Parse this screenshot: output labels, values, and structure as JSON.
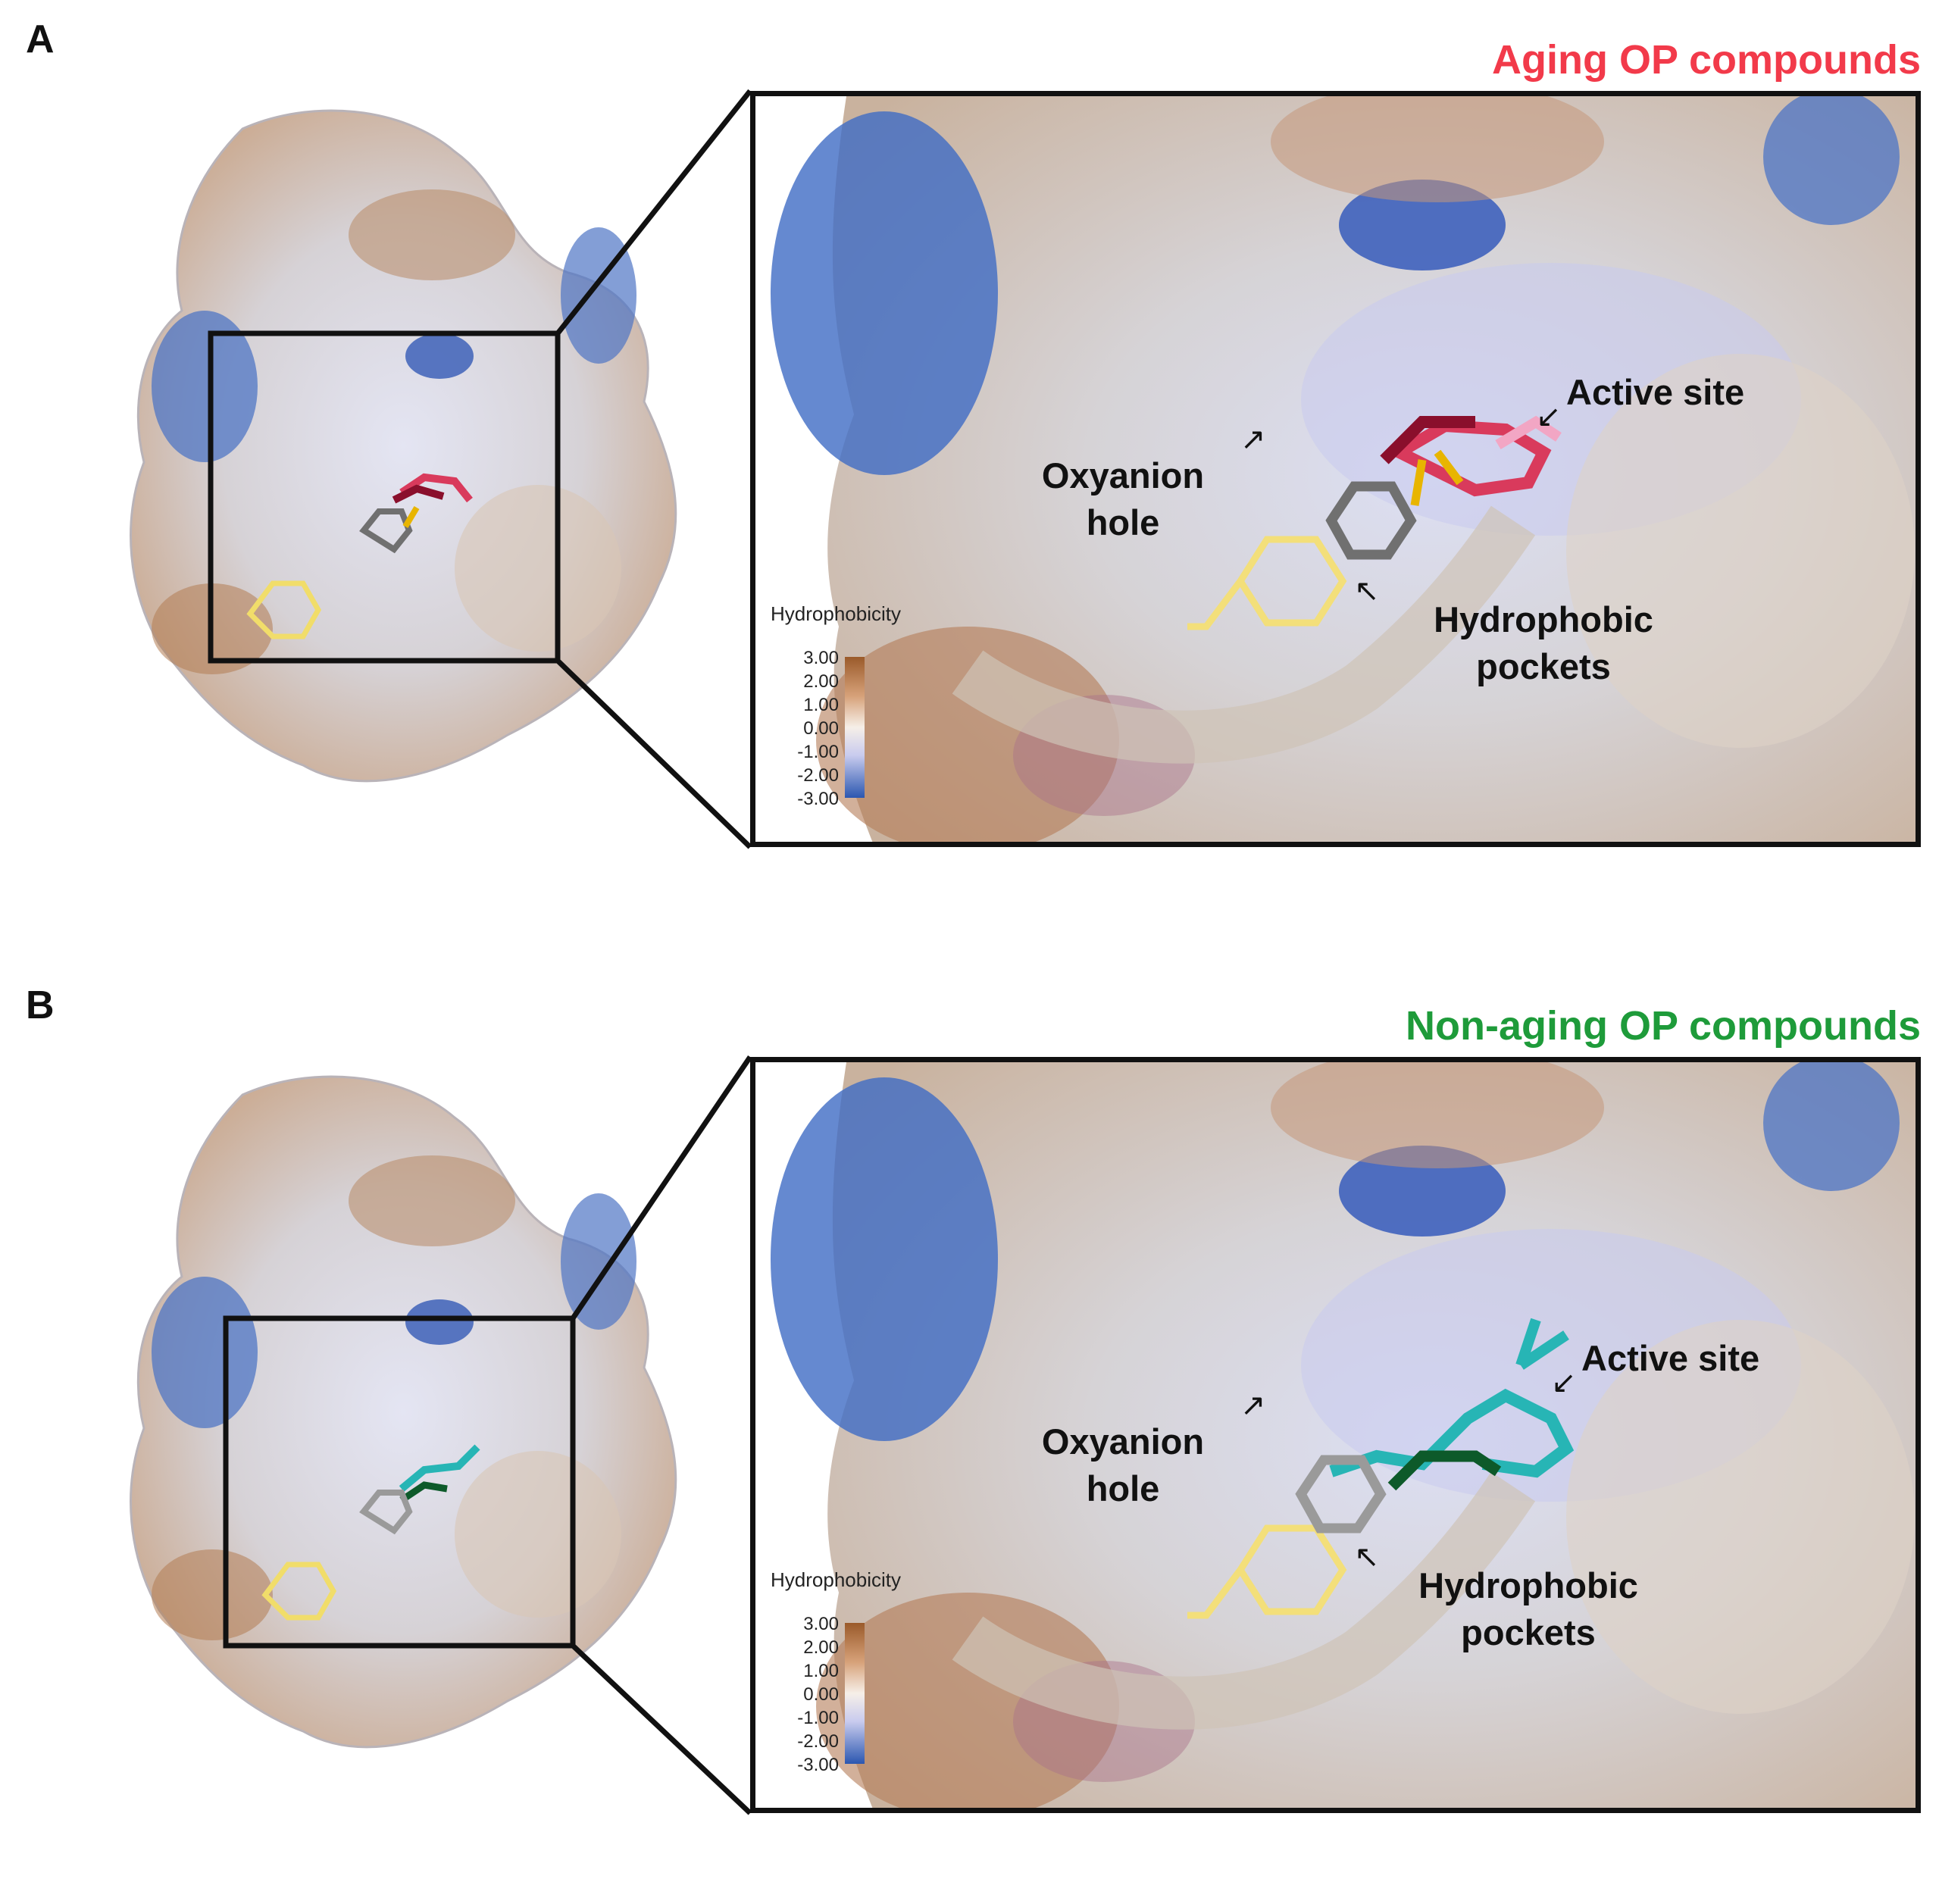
{
  "panels": [
    {
      "letter": "A",
      "title": "Aging OP compounds",
      "title_color": "#f23a4a",
      "ligand_colors": [
        "#d93a5c",
        "#8a0f2c",
        "#f2a6c4",
        "#e8b500",
        "#707070"
      ],
      "labels": {
        "oxyanion": "Oxyanion\nhole",
        "active_site": "Active site",
        "hydrophobic": "Hydrophobic\npockets"
      },
      "legend": {
        "title": "Hydrophobicity",
        "ticks": [
          "3.00",
          "2.00",
          "1.00",
          "0.00",
          "-1.00",
          "-2.00",
          "-3.00"
        ]
      }
    },
    {
      "letter": "B",
      "title": "Non-aging OP compounds",
      "title_color": "#1e9b3a",
      "ligand_colors": [
        "#27b5b5",
        "#0d5a2a",
        "#9a9a9a"
      ],
      "labels": {
        "oxyanion": "Oxyanion\nhole",
        "active_site": "Active site",
        "hydrophobic": "Hydrophobic\npockets"
      },
      "legend": {
        "title": "Hydrophobicity",
        "ticks": [
          "3.00",
          "2.00",
          "1.00",
          "0.00",
          "-1.00",
          "-2.00",
          "-3.00"
        ]
      }
    }
  ]
}
